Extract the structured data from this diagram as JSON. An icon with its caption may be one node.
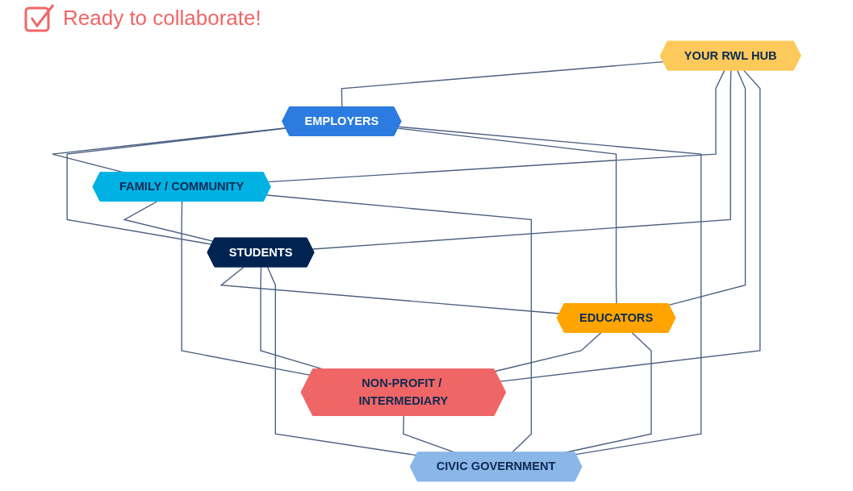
{
  "diagram": {
    "nodes": [
      {
        "text": [
          "YOUR RWL HUB"
        ]
      },
      {
        "text": [
          "EMPLOYERS"
        ]
      },
      {
        "text": [
          "FAMILY / COMMUNITY"
        ]
      },
      {
        "text": [
          "STUDENTS"
        ]
      },
      {
        "text": [
          "EDUCATORS"
        ]
      },
      {
        "text": [
          "NON-PROFIT / INTERMEDIARY"
        ]
      },
      {
        "text": [
          "CIVIC GOVERNMENT"
        ]
      }
    ],
    "edges": [
      {
        "from": 0,
        "to": 1,
        "arrow": "none"
      },
      {
        "from": 0,
        "to": 2,
        "arrow": "none"
      },
      {
        "from": 0,
        "to": 3,
        "arrow": "none"
      },
      {
        "from": 0,
        "to": 4,
        "arrow": "none"
      },
      {
        "from": 0,
        "to": 5,
        "arrow": "none"
      },
      {
        "from": 1,
        "to": 2,
        "arrow": "none"
      },
      {
        "from": 1,
        "to": 3,
        "arrow": "none"
      },
      {
        "from": 1,
        "to": 4,
        "arrow": "none"
      },
      {
        "from": 1,
        "to": 6,
        "arrow": "none"
      },
      {
        "from": 2,
        "to": 3,
        "arrow": "none"
      },
      {
        "from": 2,
        "to": 5,
        "arrow": "none"
      },
      {
        "from": 2,
        "to": 6,
        "arrow": "none"
      },
      {
        "from": 3,
        "to": 4,
        "arrow": "none"
      },
      {
        "from": 3,
        "to": 5,
        "arrow": "none"
      },
      {
        "from": 3,
        "to": 6,
        "arrow": "none"
      },
      {
        "from": 4,
        "to": 5,
        "arrow": "none"
      },
      {
        "from": 4,
        "to": 6,
        "arrow": "none"
      },
      {
        "from": 5,
        "to": 6,
        "arrow": "none"
      }
    ],
    "labels": [
      "Ready to collaborate!"
    ]
  }
}
